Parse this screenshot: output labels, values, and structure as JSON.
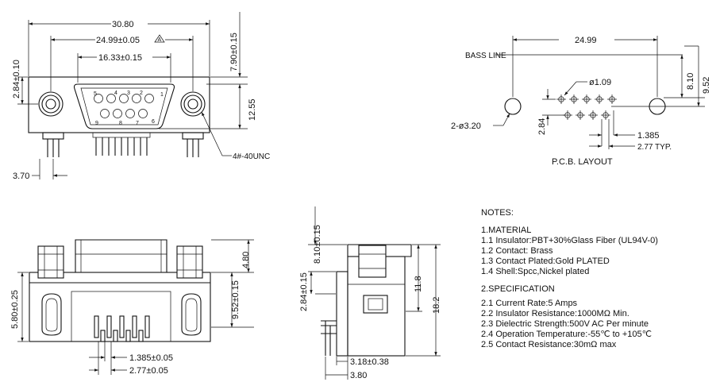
{
  "front_view": {
    "overall_width": "30.80",
    "mount_spacing": "24.99±0.05",
    "rev_mark": "A",
    "shell_width": "16.33±0.15",
    "pin_row_top": [
      "5",
      "4",
      "3",
      "2",
      "1"
    ],
    "pin_row_bottom": [
      "9",
      "8",
      "7",
      "6"
    ],
    "left_height": "2.84±0.10",
    "right_top": "7.90±0.15",
    "right_height": "12.55",
    "pin_offset": "3.70",
    "thread": "4#-40UNC"
  },
  "pcb_layout": {
    "bass_line": "BASS LINE",
    "hole_spacing": "24.99",
    "dim_810": "8.10",
    "dim_952": "9.52",
    "pin_hole": "ø1.09",
    "mount_hole": "2-ø3.20",
    "row_pitch": "2.84",
    "col_offset": "1.385",
    "pitch": "2.77 TYP.",
    "caption": "P.C.B. LAYOUT"
  },
  "bottom_view": {
    "left_height": "5.80±0.25",
    "top_height": "4.80",
    "right_height": "9.52±0.15",
    "offset": "1.385±0.05",
    "pitch": "2.77±0.05"
  },
  "side_view": {
    "top_dim": "8.10±0.15",
    "left_dim": "2.84±0.15",
    "h1": "11.8",
    "h2": "18.2",
    "d1": "3.18±0.38",
    "d2": "3.80"
  },
  "notes": {
    "title": "NOTES:",
    "material_header": "1.MATERIAL",
    "material_items": [
      "1.1  Insulator:PBT+30%Glass Fiber (UL94V-0)",
      "1.2  Contact: Brass",
      "1.3  Contact Plated:Gold     PLATED",
      "1.4  Shell:Spcc,Nickel plated"
    ],
    "spec_header": "2.SPECIFICATION",
    "spec_items": [
      "2.1  Current Rate:5 Amps",
      "2.2  Insulator Resistance:1000MΩ Min.",
      "2.3  Dielectric Strength:500V AC Per minute",
      "2.4  Operation Temperature:-55℃  to  +105℃",
      "2.5  Contact Resistance:30mΩ max"
    ]
  }
}
